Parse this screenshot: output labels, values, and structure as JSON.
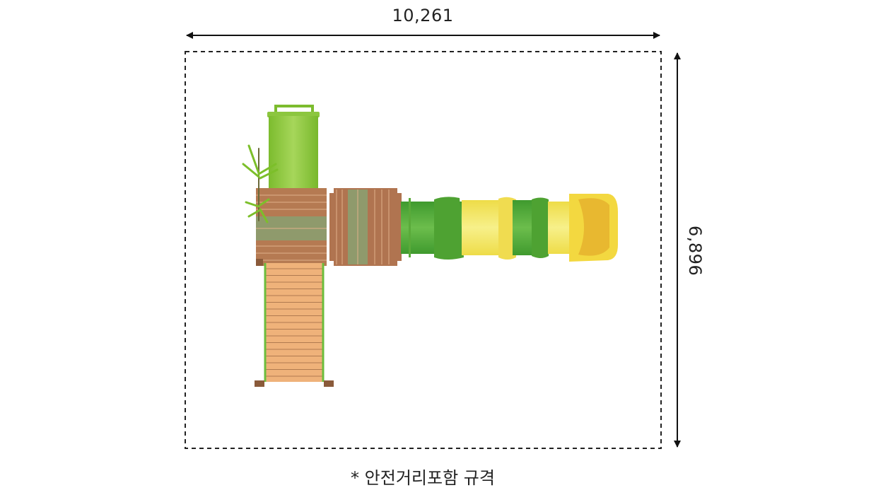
{
  "dimensions": {
    "width_label": "10,261",
    "height_label": "6,896"
  },
  "footnote": "* 안전거리포함 규격",
  "colors": {
    "tube_green": "#5aaa3a",
    "tube_yellow": "#f3e86a",
    "wood": "#b57a52",
    "ramp_wood": "#efb27a",
    "deck_green": "#8f9a6c",
    "tower_green": "#8cc63f"
  }
}
